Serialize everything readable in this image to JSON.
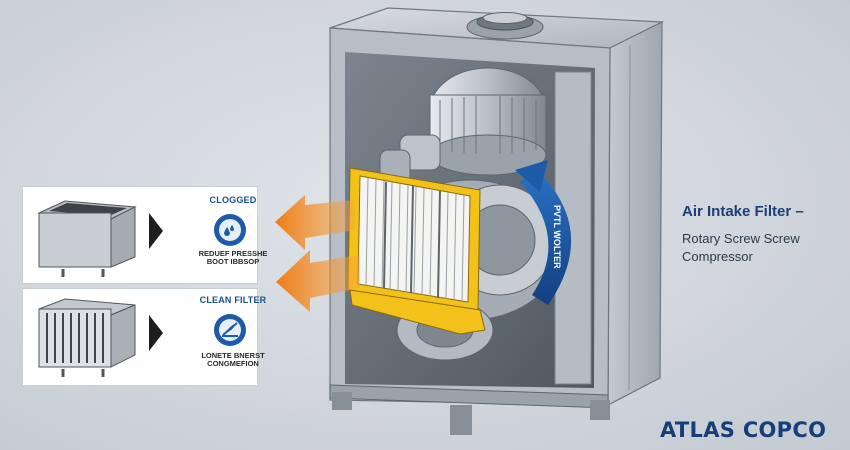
{
  "title": "Air Intake Filter –",
  "subtitle_line1": "Rotary Screw Screw",
  "subtitle_line2": "Compressor",
  "brand": "ATLAS COPCO",
  "arrow_label": "PVTL WOLTER",
  "clogged_panel": {
    "heading": "CLOGGED",
    "caption_line1": "REDUEF PRESSHE",
    "caption_line2": "BOOT IBBSOP",
    "gauge_icon": "droplets-gauge-icon"
  },
  "clean_panel": {
    "heading": "CLEAN FILTER",
    "caption_line1": "LONETE BNERST",
    "caption_line2": "CONGMEFION",
    "gauge_icon": "leaf-gauge-icon"
  },
  "colors": {
    "brand_blue": "#163f7a",
    "intake_blue": "#1d5aa8",
    "exhaust_orange": "#f08a24",
    "filter_yellow": "#f2c21b",
    "housing_grey": "#a9b0b8"
  }
}
